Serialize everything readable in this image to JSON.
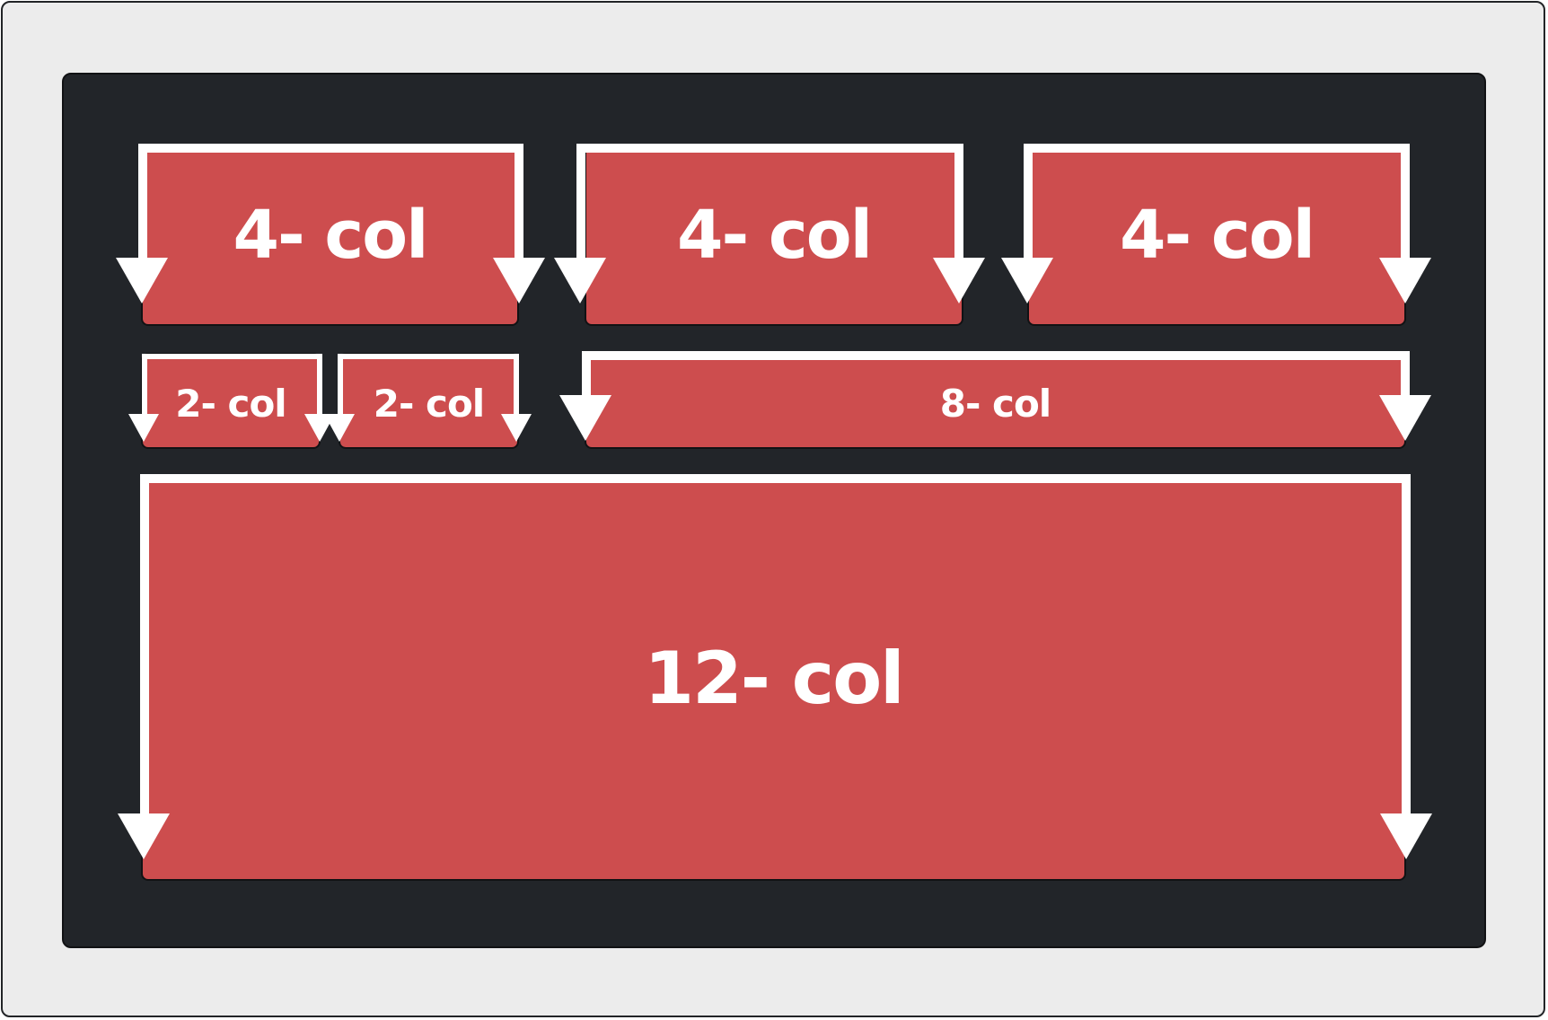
{
  "colors": {
    "background": "#ececec",
    "board": "#222529",
    "block": "#cd4d4e",
    "bracket": "#ffffff",
    "label": "#ffffff"
  },
  "blocks": [
    {
      "label": "4- col",
      "columns": 4
    },
    {
      "label": "4- col",
      "columns": 4
    },
    {
      "label": "4- col",
      "columns": 4
    },
    {
      "label": "2- col",
      "columns": 2
    },
    {
      "label": "2- col",
      "columns": 2
    },
    {
      "label": "8- col",
      "columns": 8
    },
    {
      "label": "12- col",
      "columns": 12
    }
  ]
}
